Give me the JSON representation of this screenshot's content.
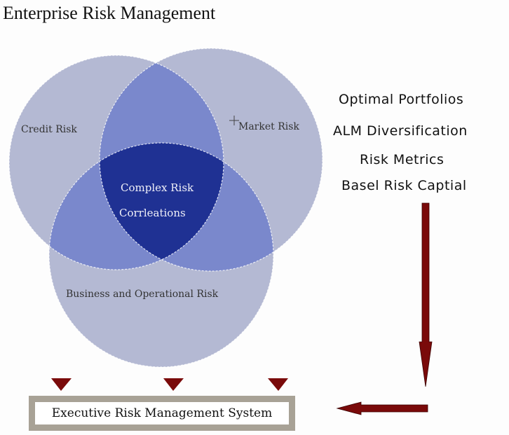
{
  "title": "Enterprise Risk Management",
  "venn": {
    "circles": [
      "Credit Risk",
      "Market Risk",
      "Business and Operational Risk"
    ],
    "center_line1": "Complex Risk",
    "center_line2": "Corrleations"
  },
  "side_list": [
    "Optimal Portfolios",
    "ALM Diversification",
    "Risk Metrics",
    "Basel Risk Captial"
  ],
  "output_box": "Executive Risk Management System",
  "colors": {
    "single": "#b4b9d3",
    "double": "#7a88cc",
    "triple": "#1f3193",
    "arrow": "#7a0a0a",
    "box_border": "#a8a296"
  }
}
